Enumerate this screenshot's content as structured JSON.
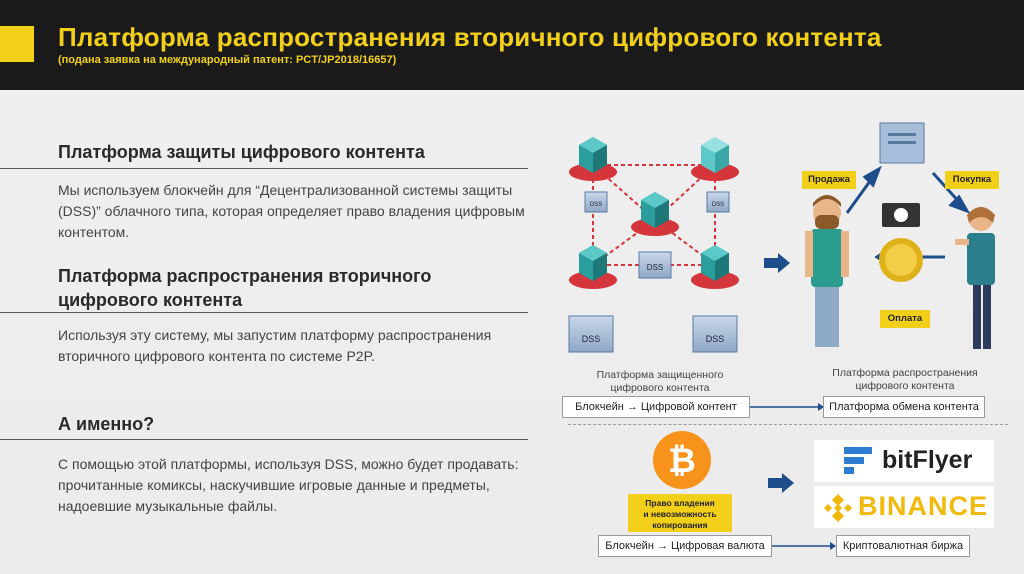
{
  "header": {
    "title": "Платформа распространения вторичного цифрового контента",
    "subtitle": "(подана заявка на международный патент: PCT/JP2018/16657)",
    "accent_color": "#f2d019",
    "background_color": "#1a1a1a"
  },
  "sections": [
    {
      "title": "Платформа защиты цифрового контента",
      "text": "Мы используем блокчейн для “Децентрализованной системы защиты (DSS)” облачного типа, которая определяет право владения цифровым контентом."
    },
    {
      "title_line1": "Платформа распространения вторичного",
      "title_line2": "цифрового контента",
      "text": "Используя эту систему, мы запустим платформу распространения вторичного цифрового контента по системе P2P."
    },
    {
      "title": "А именно?",
      "text": "С помощью этой платформы, используя DSS, можно будет продавать: прочитанные комиксы, наскучившие игровые данные и предметы, надоевшие музыкальные файлы."
    }
  ],
  "diagram_top": {
    "dss_label": "DSS",
    "left_caption_line1": "Платформа защищенного",
    "left_caption_line2": "цифрового контента",
    "right_caption_line1": "Платформа распространения",
    "right_caption_line2": "цифрового контента",
    "tag_sell": "Продажа",
    "tag_buy": "Покупка",
    "tag_pay": "Оплата",
    "box_left": "Блокчейн → Цифровой контент",
    "box_right": "Платформа обмена контента"
  },
  "diagram_bottom": {
    "tag_ownership_line1": "Право владения",
    "tag_ownership_line2": "и невозможность",
    "tag_ownership_line3": "копирования",
    "box_left": "Блокчейн → Цифровая валюта",
    "box_right": "Криптовалютная биржа",
    "brand1": "bitFlyer",
    "brand2": "BINANCE"
  },
  "icons": [
    "bitcoin-icon",
    "blockchain-cube-icon",
    "certificate-scroll-icon",
    "man-icon",
    "woman-icon",
    "coin-icon",
    "banknote-icon",
    "arrow-right-icon",
    "bitflyer-logo-icon",
    "binance-logo-icon"
  ]
}
